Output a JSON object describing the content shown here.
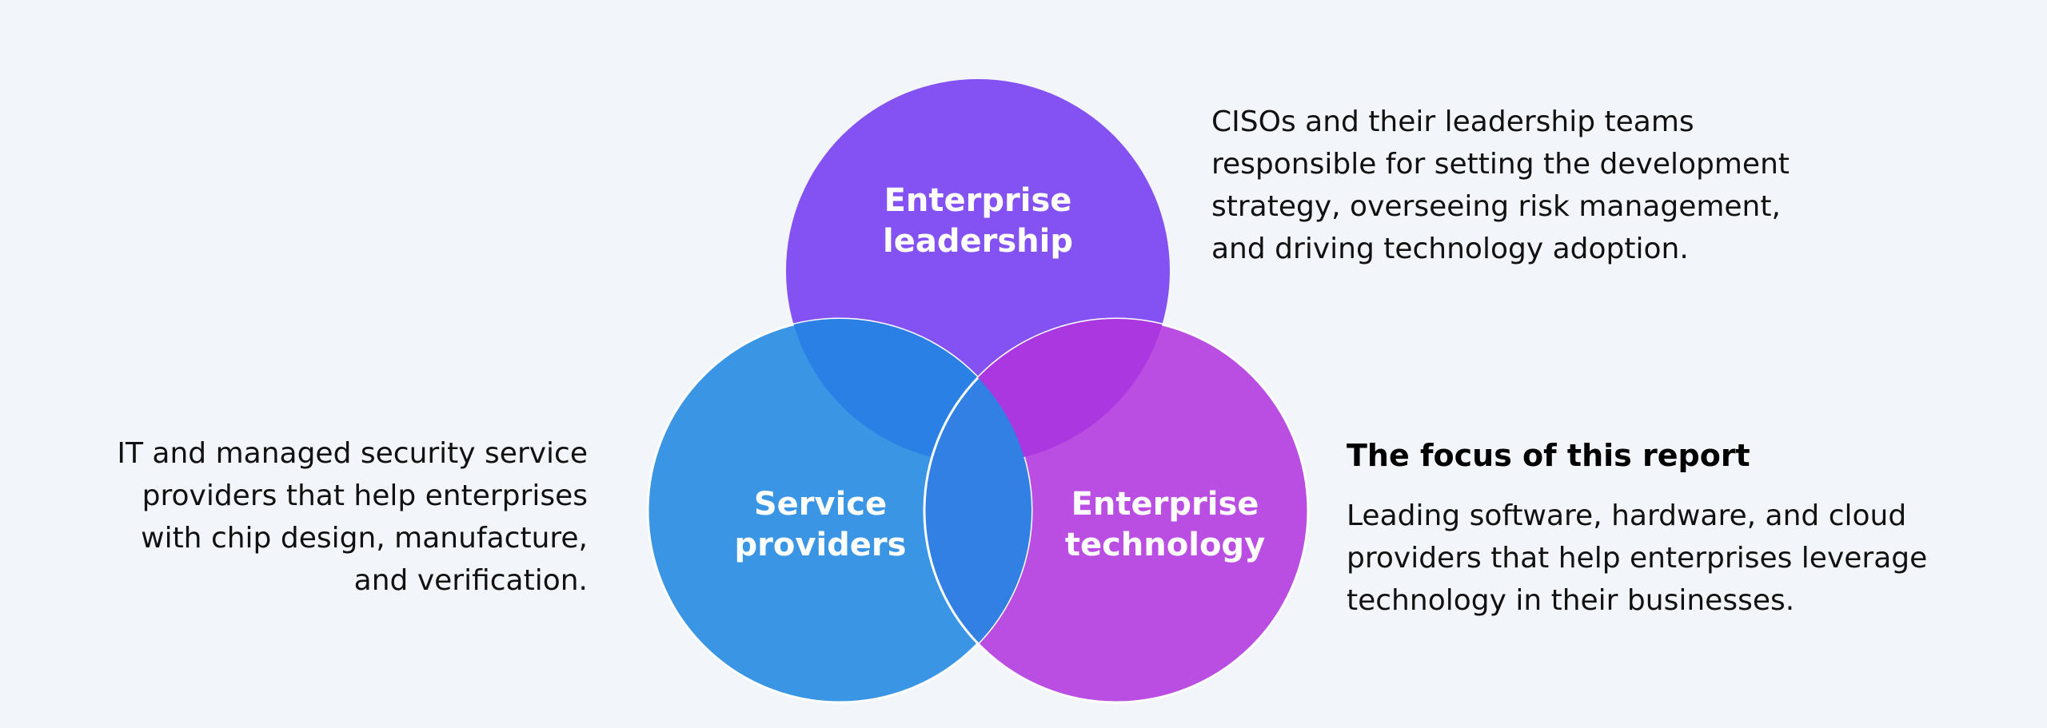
{
  "colors": {
    "background": "#f2f5f9",
    "enterprise_leadership": "#8452f2",
    "service_providers": "#3a96e5",
    "enterprise_technology": "#ba4ee2",
    "overlap_leadership_providers": "#2b80e5",
    "overlap_leadership_technology": "#aa37e0",
    "overlap_providers_technology": "#3380e4"
  },
  "circles": {
    "leadership": {
      "label_lines": [
        "Enterprise",
        "leadership"
      ]
    },
    "providers": {
      "label_lines": [
        "Service",
        "providers"
      ]
    },
    "technology": {
      "label_lines": [
        "Enterprise",
        "technology"
      ]
    }
  },
  "descriptions": {
    "leadership": [
      "CISOs and their leadership teams",
      "responsible for setting the development",
      "strategy, overseeing risk management,",
      "and driving technology adoption."
    ],
    "providers": [
      "IT and managed security service",
      "providers that help enterprises",
      "with chip design, manufacture,",
      "and verification."
    ],
    "technology_title": "The focus of this report",
    "technology": [
      "Leading software, hardware, and cloud",
      "providers that help enterprises leverage",
      "technology in their businesses."
    ]
  }
}
